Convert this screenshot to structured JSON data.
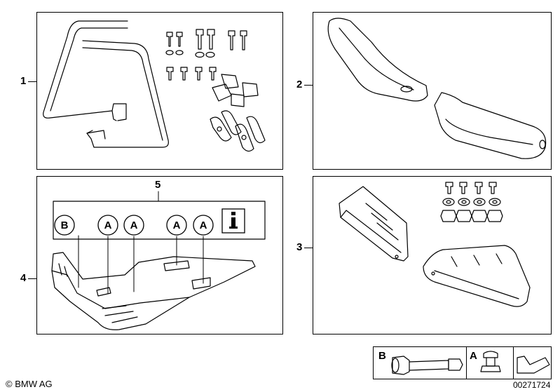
{
  "callouts": {
    "c1": "1",
    "c2": "2",
    "c3": "3",
    "c4": "4",
    "c5": "5"
  },
  "markers": {
    "b": "B",
    "a": "A",
    "info_icon": "info-icon"
  },
  "legend": {
    "b_label": "B",
    "a_label": "A"
  },
  "footer": {
    "copyright": "© BMW AG",
    "diagram_number": "00271724"
  },
  "colors": {
    "line": "#000000",
    "background": "#ffffff"
  }
}
